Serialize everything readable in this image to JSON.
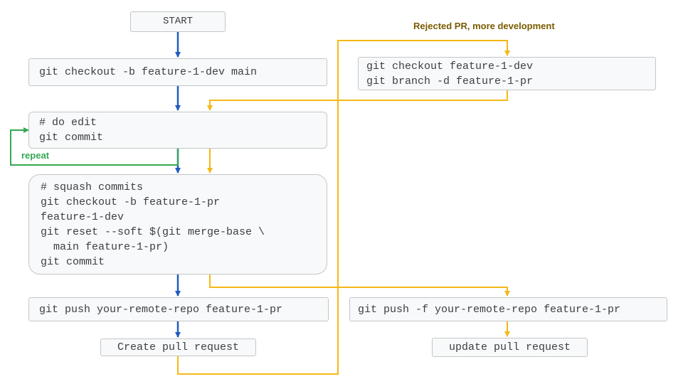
{
  "colors": {
    "main_flow": "#1f5bbf",
    "revision_flow": "#f6b818",
    "repeat_loop": "#34a853",
    "label_repeat": "#34a853",
    "label_rejected": "#7a5c00"
  },
  "nodes": {
    "start": {
      "lines": [
        "START"
      ]
    },
    "checkout_dev": {
      "lines": [
        "git checkout -b feature-1-dev main"
      ]
    },
    "edit_commit": {
      "lines": [
        "# do edit",
        "git commit"
      ]
    },
    "squash": {
      "lines": [
        "# squash commits",
        "git checkout -b feature-1-pr",
        "feature-1-dev",
        "git reset --soft $(git merge-base \\",
        "  main feature-1-pr)",
        "git commit"
      ]
    },
    "push": {
      "lines": [
        "git push your-remote-repo feature-1-pr"
      ]
    },
    "create_pr": {
      "lines": [
        "Create pull request"
      ]
    },
    "reject_checkout": {
      "lines": [
        "git checkout feature-1-dev",
        "git branch -d feature-1-pr"
      ]
    },
    "force_push": {
      "lines": [
        "git push -f your-remote-repo feature-1-pr"
      ]
    },
    "update_pr": {
      "lines": [
        "update pull request"
      ]
    }
  },
  "labels": {
    "repeat": "repeat",
    "rejected": "Rejected PR, more development"
  }
}
